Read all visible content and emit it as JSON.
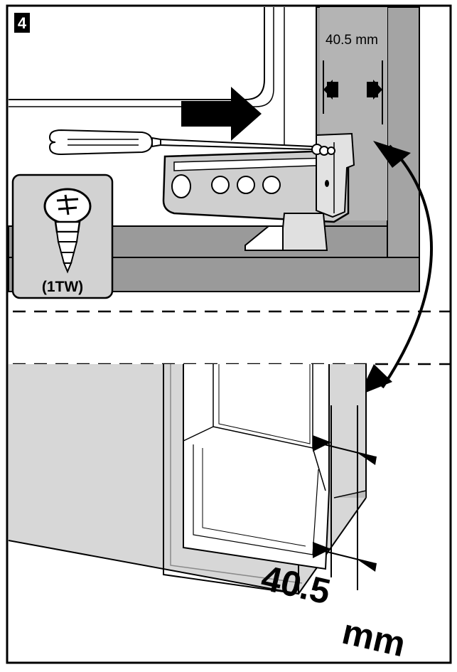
{
  "step": {
    "number": "4"
  },
  "dimensions": {
    "top_label": "40.5 mm",
    "bottom_label_value": "40.5",
    "bottom_label_unit": "mm"
  },
  "screw": {
    "code": "(1TW)"
  },
  "colors": {
    "outline": "#000000",
    "cabinet_gray": "#9a9a9a",
    "light_gray": "#d2d2d2",
    "bracket_gray": "#cfcfcf",
    "panel_bg": "#ffffff"
  }
}
